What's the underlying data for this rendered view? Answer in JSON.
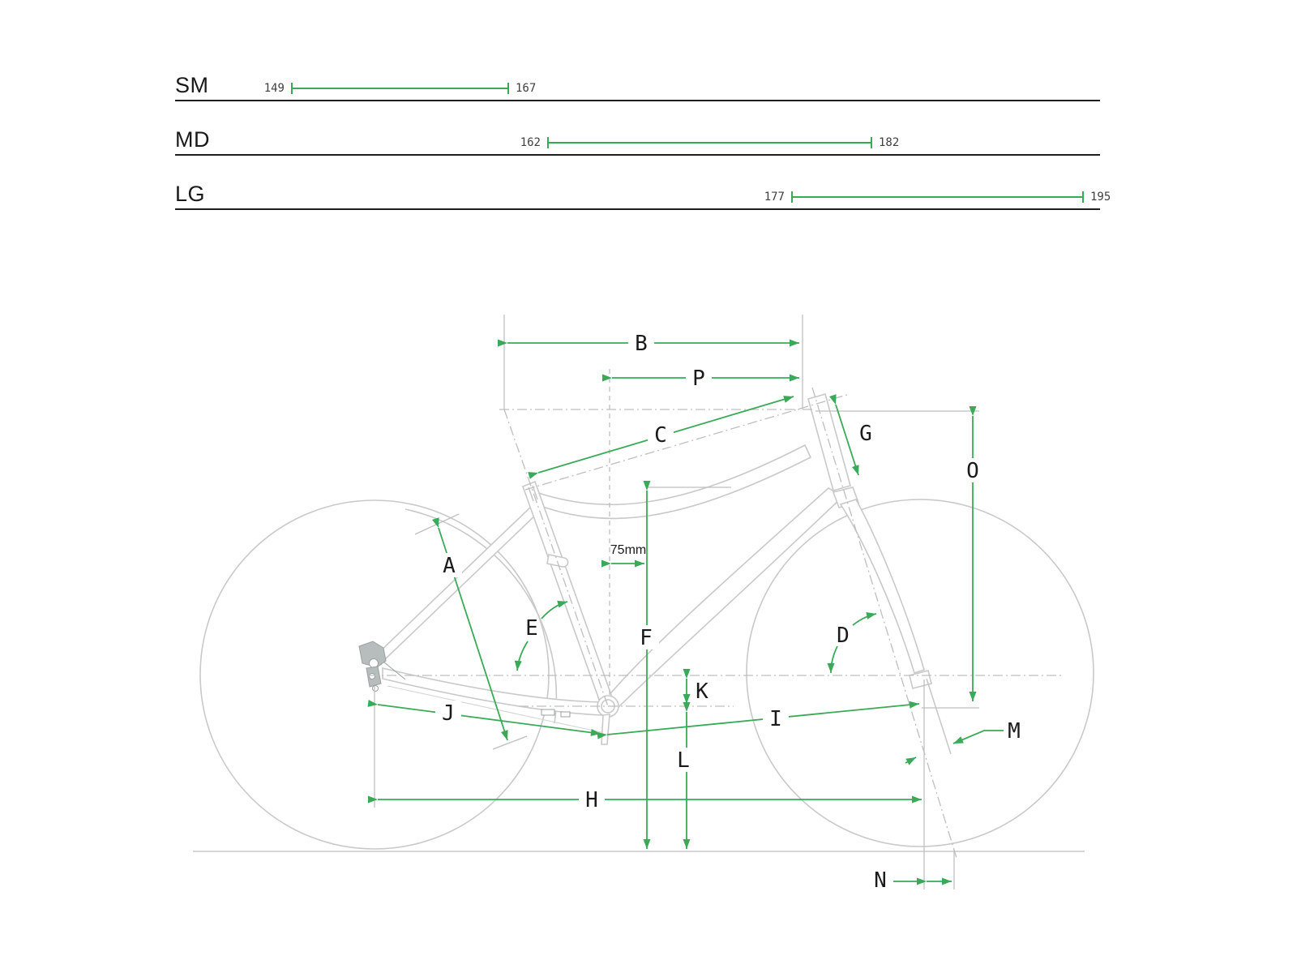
{
  "size_chart": {
    "rows": [
      {
        "label": "SM",
        "min": "149",
        "max": "167",
        "bar_x1": 359,
        "bar_x2": 628
      },
      {
        "label": "MD",
        "min": "162",
        "max": "182",
        "bar_x1": 675,
        "bar_x2": 1076
      },
      {
        "label": "LG",
        "min": "177",
        "max": "195",
        "bar_x1": 976,
        "bar_x2": 1337
      }
    ]
  },
  "diagram": {
    "labels": {
      "A": "A",
      "B": "B",
      "C": "C",
      "D": "D",
      "E": "E",
      "F": "F",
      "G": "G",
      "H": "H",
      "I": "I",
      "J": "J",
      "K": "K",
      "L": "L",
      "M": "M",
      "N": "N",
      "O": "O",
      "P": "P"
    },
    "offset_label": "75mm"
  },
  "colors": {
    "accent_green": "#3AA958",
    "line_art_gray": "#c9c9c9",
    "reference_gray": "#bfbfbf",
    "detail_gray": "#b7bcbc",
    "text_dark": "#1b1b1b",
    "rule_dark": "#1e1e1e",
    "number_gray": "#3f3f3f"
  },
  "chart_data": {
    "type": "bar",
    "categories": [
      "SM",
      "MD",
      "LG"
    ],
    "series": [
      {
        "name": "range_min",
        "values": [
          149,
          162,
          177
        ]
      },
      {
        "name": "range_max",
        "values": [
          167,
          182,
          195
        ]
      }
    ],
    "title": "",
    "xlabel": "",
    "ylabel": ""
  }
}
